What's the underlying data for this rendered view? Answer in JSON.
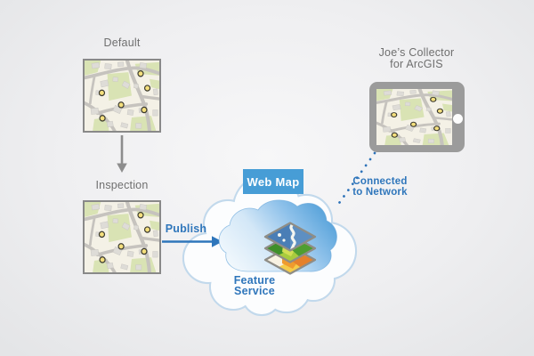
{
  "maps": {
    "default": {
      "label": "Default"
    },
    "inspection": {
      "label": "Inspection"
    }
  },
  "publish": {
    "label": "Publish"
  },
  "cloud": {
    "badge": "Web Map",
    "service": "Feature Service"
  },
  "connection": {
    "label": "Connected to Network"
  },
  "device": {
    "label": "Joe’s Collector for ArcGIS"
  },
  "icons": {
    "map_marker": "yellow-dot",
    "arrow_down": "gray-arrow",
    "publish_arrow": "blue-arrow",
    "web_map": "blue-cloud",
    "feature_service": "layer-stack",
    "network": "dotted-line",
    "device": "tablet"
  },
  "colors": {
    "accent_blue": "#2f76bb",
    "badge_blue": "#479dd6",
    "cloud_blue": "#58a3da",
    "cloud_outline": "#c2d9ec",
    "label_gray": "#6f6f6f",
    "tablet_gray": "#9b9b9b",
    "frame_border_gray": "#898989",
    "marker_yellow": "#f4df7d",
    "map_road_gray": "#c6c3be",
    "map_green": "#d9e3b4",
    "map_background": "#f4f1e6"
  }
}
